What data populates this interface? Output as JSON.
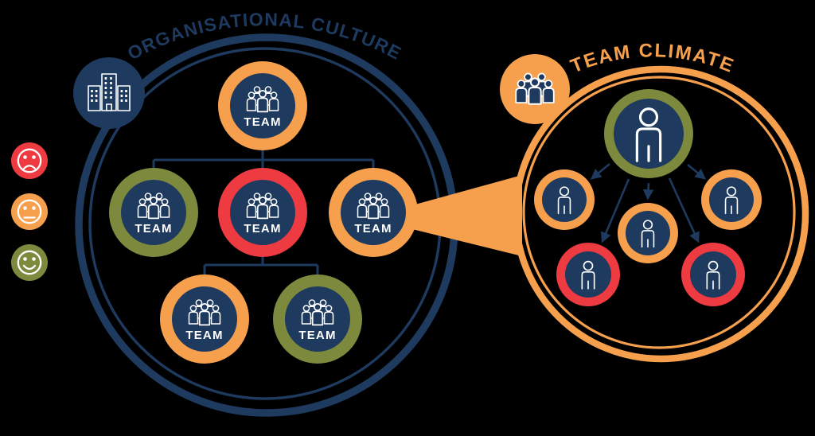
{
  "org_culture": {
    "title": "ORGANISATIONAL CULTURE",
    "badge_icon": "building-icon",
    "nodes": [
      {
        "label": "TEAM",
        "position": "top",
        "ring_color": "#F6A04E"
      },
      {
        "label": "TEAM",
        "position": "mid-left",
        "ring_color": "#7D8A3E"
      },
      {
        "label": "TEAM",
        "position": "mid-center",
        "ring_color": "#EE3B42"
      },
      {
        "label": "TEAM",
        "position": "mid-right",
        "ring_color": "#F6A04E"
      },
      {
        "label": "TEAM",
        "position": "bottom-left",
        "ring_color": "#F6A04E"
      },
      {
        "label": "TEAM",
        "position": "bottom-right",
        "ring_color": "#7D8A3E"
      }
    ]
  },
  "team_climate": {
    "title": "TEAM CLIMATE",
    "badge_icon": "people-group-icon",
    "leader": {
      "icon": "person-icon",
      "ring_color": "#7D8A3E"
    },
    "members": [
      {
        "icon": "person-icon",
        "position": "left",
        "ring_color": "#F6A04E"
      },
      {
        "icon": "person-icon",
        "position": "right",
        "ring_color": "#F6A04E"
      },
      {
        "icon": "person-icon",
        "position": "center",
        "ring_color": "#F6A04E"
      },
      {
        "icon": "person-icon",
        "position": "bottom-left",
        "ring_color": "#EE3B42"
      },
      {
        "icon": "person-icon",
        "position": "bottom-right",
        "ring_color": "#EE3B42"
      }
    ]
  },
  "mood_scale": [
    {
      "icon": "sad-face-icon",
      "color": "#EE3B42"
    },
    {
      "icon": "neutral-face-icon",
      "color": "#F6A04E"
    },
    {
      "icon": "happy-face-icon",
      "color": "#7D8A3E"
    }
  ],
  "colors": {
    "navy": "#1E3A5F",
    "orange": "#F6A04E",
    "red": "#EE3B42",
    "olive": "#7D8A3E",
    "icon_stroke": "#FFFFFF",
    "background": "#000000"
  }
}
